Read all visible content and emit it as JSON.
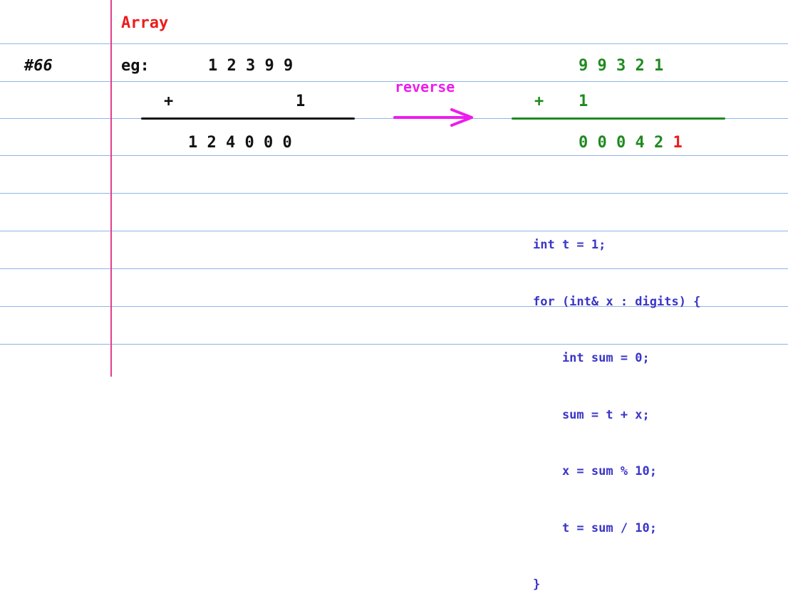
{
  "page": {
    "title": "Array",
    "problem_number": "#66"
  },
  "example": {
    "prefix": "eg:",
    "operand": "1 2 3 9 9",
    "plus": "+",
    "addend": "1",
    "result": "1 2 4 0 0 0"
  },
  "arrow": {
    "label": "reverse"
  },
  "reversed": {
    "operand": "9 9 3 2 1",
    "plus": "+",
    "addend": "1",
    "result_main": "0 0 0 4 2 ",
    "result_carry": "1"
  },
  "code": {
    "lines": [
      "int t = 1;",
      "for (int& x : digits) {",
      "    int sum = 0;",
      "    sum = t + x;",
      "    x = sum % 10;",
      "    t = sum / 10;",
      "}"
    ]
  },
  "colors": {
    "title": "#ee1c1c",
    "green": "#1f8a1f",
    "magenta": "#ee1cee",
    "code": "#3a35c8",
    "ruled_line": "#8fb4e6",
    "margin_line": "#e0408a"
  }
}
